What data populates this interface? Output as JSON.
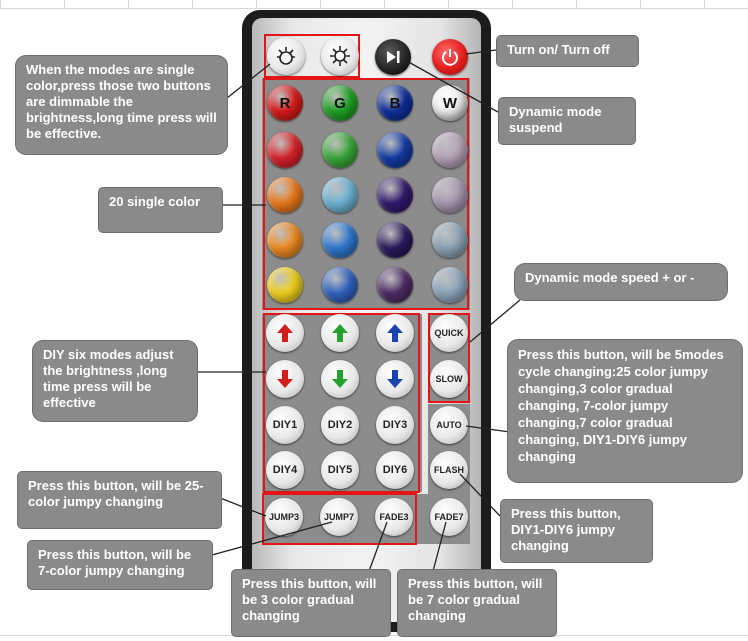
{
  "remote": {
    "top_buttons": {
      "brightness_up": "brightness-up",
      "brightness_down": "brightness-down",
      "play_pause": "play-pause",
      "power": "power"
    },
    "color_rows": [
      [
        {
          "label": "R",
          "color": "#d91a1a"
        },
        {
          "label": "G",
          "color": "#1fa324"
        },
        {
          "label": "B",
          "color": "#102f9a"
        },
        {
          "label": "W",
          "color": "#ffffff"
        }
      ],
      [
        {
          "label": "",
          "color": "#d8232a"
        },
        {
          "label": "",
          "color": "#3aa83a"
        },
        {
          "label": "",
          "color": "#123aa4"
        },
        {
          "label": "",
          "color": "#b7a3b8"
        }
      ],
      [
        {
          "label": "",
          "color": "#ec7a1c"
        },
        {
          "label": "",
          "color": "#6db5d6"
        },
        {
          "label": "",
          "color": "#321a6e"
        },
        {
          "label": "",
          "color": "#a898b2"
        }
      ],
      [
        {
          "label": "",
          "color": "#ef8b22"
        },
        {
          "label": "",
          "color": "#2e78cf"
        },
        {
          "label": "",
          "color": "#2a1a5c"
        },
        {
          "label": "",
          "color": "#8ea4b7"
        }
      ],
      [
        {
          "label": "",
          "color": "#f2d21e"
        },
        {
          "label": "",
          "color": "#2f63c1"
        },
        {
          "label": "",
          "color": "#4e2d66"
        },
        {
          "label": "",
          "color": "#8ea7bd"
        }
      ]
    ],
    "quick": "QUICK",
    "slow": "SLOW",
    "diy_row1": [
      "DIY1",
      "DIY2",
      "DIY3"
    ],
    "diy_row2": [
      "DIY4",
      "DIY5",
      "DIY6"
    ],
    "auto": "AUTO",
    "flash": "FLASH",
    "bottom_row": [
      "JUMP3",
      "JUMP7",
      "FADE3",
      "FADE7"
    ]
  },
  "callouts": {
    "brightness": "When the modes are single color,press those two buttons are dimmable the brightness,long time press will be effective.",
    "power": "Turn on/ Turn off",
    "dynamic_suspend": "Dynamic mode suspend",
    "single_color": "20 single color",
    "speed": "Dynamic mode speed + or -",
    "diy_adjust": "DIY six modes adjust  the  brightness ,long time press will be effective",
    "auto": "Press this button,  will be 5modes cycle changing:25 color jumpy changing,3 color gradual changing, 7-color jumpy changing,7 color gradual changing, DIY1-DIY6 jumpy changing",
    "jump3": "Press this button, will be 25-color jumpy changing",
    "jump7": "Press this button, will be 7-color jumpy changing",
    "flash": "Press this button, DIY1-DIY6 jumpy changing",
    "fade3": "Press this button, will be 3 color gradual changing",
    "fade7": "Press this button, will be 7 color gradual changing"
  },
  "colors": {
    "callout_bg": "#8a8a8a",
    "highlight": "#e21616",
    "remote_body": "#1c1c1c"
  }
}
